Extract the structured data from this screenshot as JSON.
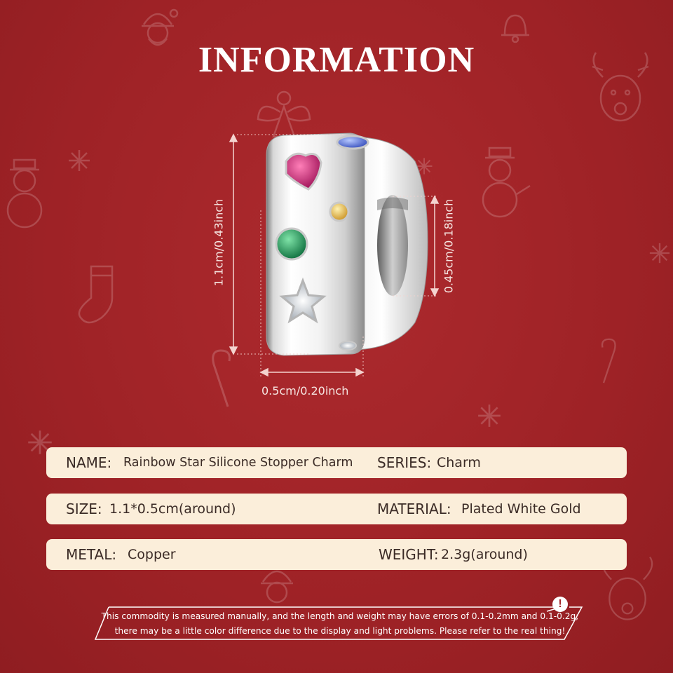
{
  "title": "INFORMATION",
  "dimensions": {
    "height_label": "1.1cm/0.43inch",
    "width_label": "0.5cm/0.20inch",
    "hole_label": "0.45cm/0.18inch"
  },
  "specs": [
    {
      "key": "NAME:",
      "value": "Rainbow Star Silicone Stopper Charm",
      "key2": "SERIES:",
      "value2": "Charm"
    },
    {
      "key": "SIZE:",
      "value": "1.1*0.5cm(around)",
      "key2": "MATERIAL:",
      "value2": "Plated White Gold"
    },
    {
      "key": "METAL:",
      "value": "Copper",
      "key2": "WEIGHT:",
      "value2": "2.3g(around)"
    }
  ],
  "notice": {
    "line1": "This commodity is measured manually, and the length and weight may have errors of 0.1-0.2mm and 0.1-0.2g;",
    "line2": "there may be a little color difference due to the display and light problems. Please refer to the real thing!",
    "icon": "exclamation-icon"
  },
  "colors": {
    "background": "#a32428",
    "panel": "#fbeeda",
    "text_dark": "#3b2b26",
    "stone_pink": "#c2186b",
    "stone_blue": "#3f5fd4",
    "stone_yellow": "#e3b23c",
    "stone_green": "#119150"
  }
}
